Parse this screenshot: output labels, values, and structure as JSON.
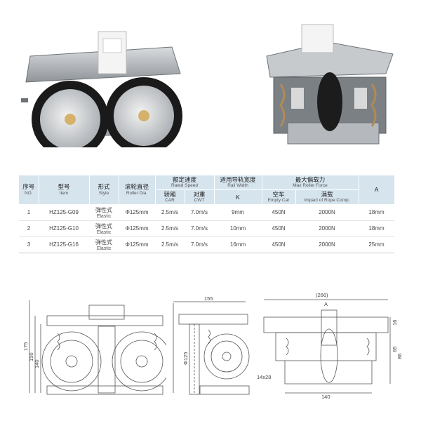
{
  "table": {
    "headers": {
      "no": {
        "cn": "序号",
        "en": "NO."
      },
      "item": {
        "cn": "型号",
        "en": "Item"
      },
      "style": {
        "cn": "形式",
        "en": "Style"
      },
      "roller": {
        "cn": "滚轮直径",
        "en": "Roller Dia."
      },
      "speed": {
        "cn": "额定速度",
        "en": "Rated Speed"
      },
      "car": {
        "cn": "轿厢",
        "en": "CAR"
      },
      "cwt": {
        "cn": "对重",
        "en": "CWT"
      },
      "rail": {
        "cn": "适用导轨宽度",
        "en": "Rail Width"
      },
      "k": "K",
      "force": {
        "cn": "最大偏载力",
        "en": "Max Roller Force"
      },
      "empty": {
        "cn": "空车",
        "en": "Empty Car"
      },
      "impact": {
        "cn": "满载",
        "en": "Impact of Rope Comp."
      },
      "a": "A"
    },
    "rows": [
      {
        "no": "1",
        "item": "HZ125-G09",
        "style_cn": "弹性式",
        "style_en": "Elastic",
        "roller": "Φ125mm",
        "car": "2.5m/s",
        "cwt": "7.0m/s",
        "k": "9mm",
        "empty": "450N",
        "impact": "2000N",
        "a": "18mm"
      },
      {
        "no": "2",
        "item": "HZ125-G10",
        "style_cn": "弹性式",
        "style_en": "Elastic",
        "roller": "Φ125mm",
        "car": "2.5m/s",
        "cwt": "7.0m/s",
        "k": "10mm",
        "empty": "450N",
        "impact": "2000N",
        "a": "18mm"
      },
      {
        "no": "3",
        "item": "HZ125-G16",
        "style_cn": "弹性式",
        "style_en": "Elastic",
        "roller": "Φ125mm",
        "car": "2.5m/s",
        "cwt": "7.0m/s",
        "k": "16mm",
        "empty": "450N",
        "impact": "2000N",
        "a": "25mm"
      }
    ]
  },
  "drawings": {
    "front": {
      "h1": "175",
      "h2": "150",
      "h3": "140"
    },
    "side": {
      "width": "155",
      "dia": "Φ125"
    },
    "top": {
      "width": "(266)",
      "a": "A",
      "hole": "14x28",
      "base": "140",
      "d16": "16",
      "d65": "65",
      "d86": "86"
    }
  }
}
